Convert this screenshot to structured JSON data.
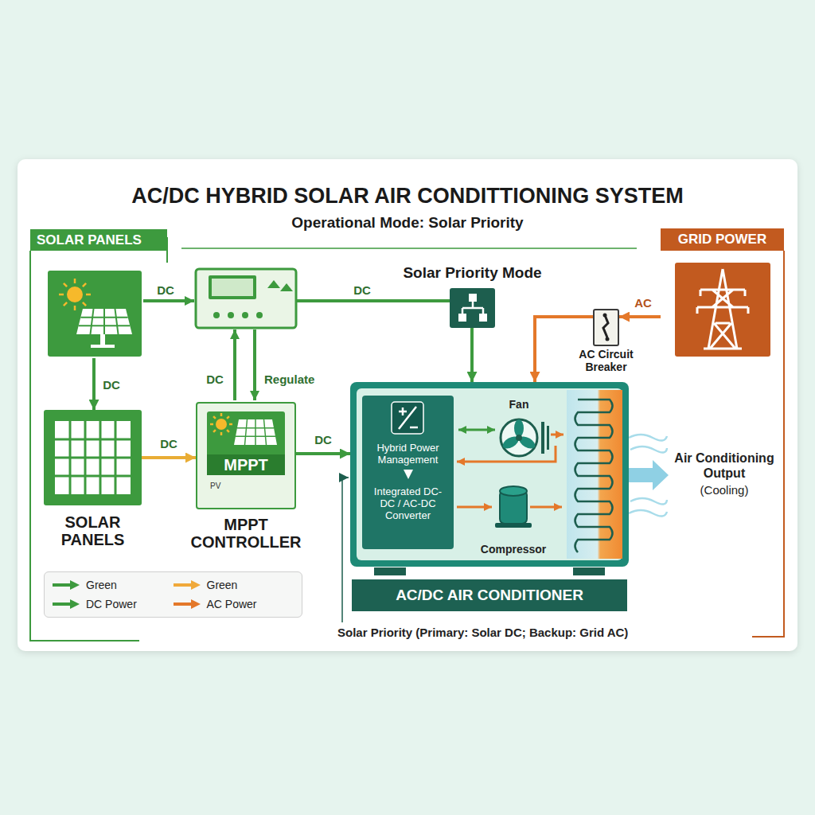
{
  "diagram": {
    "title": "AC/DC HYBRID SOLAR AIR CONDITTIONING SYSTEM",
    "nodes": [
      {
        "text": [
          "SOLAR PANELS"
        ]
      },
      {
        "text": [
          "Solar Priority Mode"
        ]
      },
      {
        "text": [
          "AC Circuit Breaker"
        ]
      },
      {
        "text": [
          "GRID POWER"
        ]
      },
      {
        "text": [
          "SOLAR PANELS"
        ]
      },
      {
        "text": [
          "MPPT",
          "PV",
          "MPPT CONTROLLER"
        ]
      },
      {
        "text": [
          "AC/DC AIR CONDITIONER"
        ]
      },
      {
        "text": [
          "Hybrid Power Management",
          "Integrated DC-DC / AC-DC Converter"
        ],
        "in": 6
      }
    ],
    "edges": [
      {
        "from": 0,
        "to": 4,
        "label": "DC",
        "arrow": "to"
      },
      {
        "from": 4,
        "to": 5,
        "label": "DC",
        "arrow": "to"
      },
      {
        "from": 5,
        "to": 6,
        "label": "DC",
        "arrow": "to"
      },
      {
        "from": 1,
        "to": 6,
        "arrow": "to"
      },
      {
        "from": 3,
        "to": 2,
        "label": "AC",
        "arrow": "to"
      },
      {
        "from": 2,
        "to": 6,
        "arrow": "to"
      }
    ],
    "labels": [
      "Operational Mode: Solar Priority",
      "DC",
      "DC",
      "DC",
      "Regulate",
      "Fan",
      "Compressor",
      "Air Conditioning Output",
      "(Cooling)",
      "Solar Priority (Primary: Solar DC; Backup: Grid AC)"
    ],
    "legend": [
      {
        "text": "Green",
        "color": "#3d9a3e"
      },
      {
        "text": "Green",
        "color": "#f0a93a"
      },
      {
        "text": "DC Power",
        "color": "#3d9a3e"
      },
      {
        "text": "AC Power",
        "color": "#e4782a"
      }
    ]
  }
}
